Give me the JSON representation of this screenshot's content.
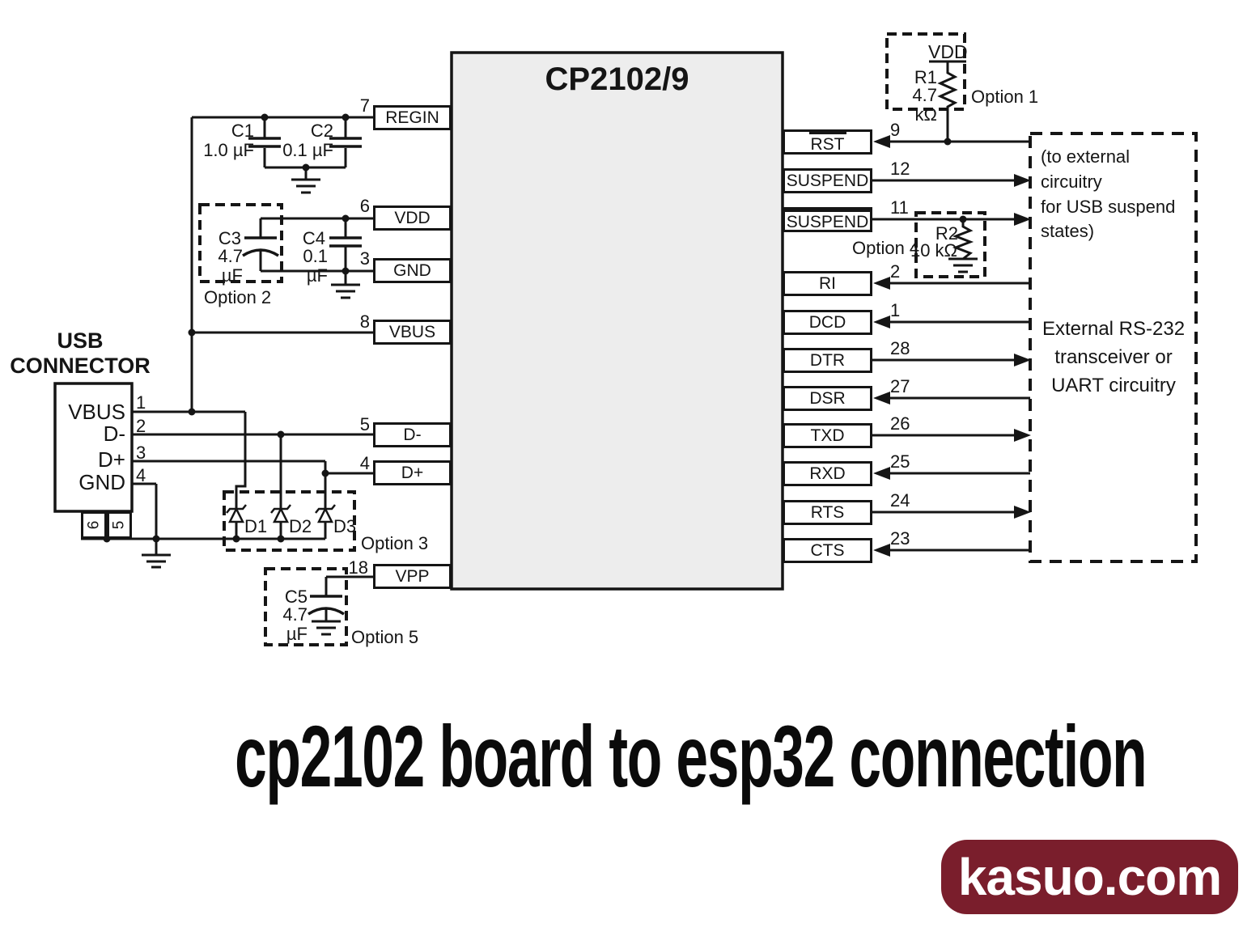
{
  "diagram": {
    "chip": {
      "title": "CP2102/9",
      "fill_color": "#ededed"
    },
    "left_pins": [
      {
        "num": "7",
        "label": "REGIN"
      },
      {
        "num": "6",
        "label": "VDD"
      },
      {
        "num": "3",
        "label": "GND"
      },
      {
        "num": "8",
        "label": "VBUS"
      },
      {
        "num": "5",
        "label": "D-"
      },
      {
        "num": "4",
        "label": "D+"
      },
      {
        "num": "18",
        "label": "VPP"
      }
    ],
    "right_pins": [
      {
        "num": "9",
        "label": "RST",
        "overline": true,
        "direction": "in"
      },
      {
        "num": "12",
        "label": "SUSPEND",
        "overline": false,
        "direction": "out"
      },
      {
        "num": "11",
        "label": "SUSPEND",
        "overline": true,
        "direction": "out"
      },
      {
        "num": "2",
        "label": "RI",
        "overline": false,
        "direction": "in"
      },
      {
        "num": "1",
        "label": "DCD",
        "overline": false,
        "direction": "in"
      },
      {
        "num": "28",
        "label": "DTR",
        "overline": false,
        "direction": "out"
      },
      {
        "num": "27",
        "label": "DSR",
        "overline": false,
        "direction": "in"
      },
      {
        "num": "26",
        "label": "TXD",
        "overline": false,
        "direction": "out"
      },
      {
        "num": "25",
        "label": "RXD",
        "overline": false,
        "direction": "in"
      },
      {
        "num": "24",
        "label": "RTS",
        "overline": false,
        "direction": "out"
      },
      {
        "num": "23",
        "label": "CTS",
        "overline": false,
        "direction": "in"
      }
    ],
    "usb_connector": {
      "title": "USB\nCONNECTOR",
      "pins": [
        {
          "num": "1",
          "label": "VBUS"
        },
        {
          "num": "2",
          "label": "D-"
        },
        {
          "num": "3",
          "label": "D+"
        },
        {
          "num": "4",
          "label": "GND"
        }
      ],
      "shell_pins": [
        {
          "num": "6"
        },
        {
          "num": "5"
        }
      ]
    },
    "components": {
      "C1": {
        "ref": "C1",
        "value": "1.0 µF"
      },
      "C2": {
        "ref": "C2",
        "value": "0.1 µF"
      },
      "C3": {
        "ref": "C3",
        "value": "4.7 µF"
      },
      "C4": {
        "ref": "C4",
        "value": "0.1 µF"
      },
      "C5": {
        "ref": "C5",
        "value": "4.7 µF"
      },
      "R1": {
        "ref": "R1",
        "value": "4.7 kΩ"
      },
      "R2": {
        "ref": "R2",
        "value": "10 kΩ"
      },
      "D1": {
        "ref": "D1"
      },
      "D2": {
        "ref": "D2"
      },
      "D3": {
        "ref": "D3"
      }
    },
    "options": [
      "Option 1",
      "Option 2",
      "Option 3",
      "Option 4",
      "Option 5"
    ],
    "power_rails": {
      "vdd": "VDD"
    },
    "external_box": {
      "suspend_note": "(to external circuitry\nfor USB suspend\nstates)",
      "rs232_label": "External RS-232\ntransceiver or\nUART circuitry"
    }
  },
  "caption": "cp2102 board to esp32 connection",
  "watermark": {
    "text": "kasuo.com",
    "background": "#7a1e2c",
    "color": "#ffffff"
  }
}
